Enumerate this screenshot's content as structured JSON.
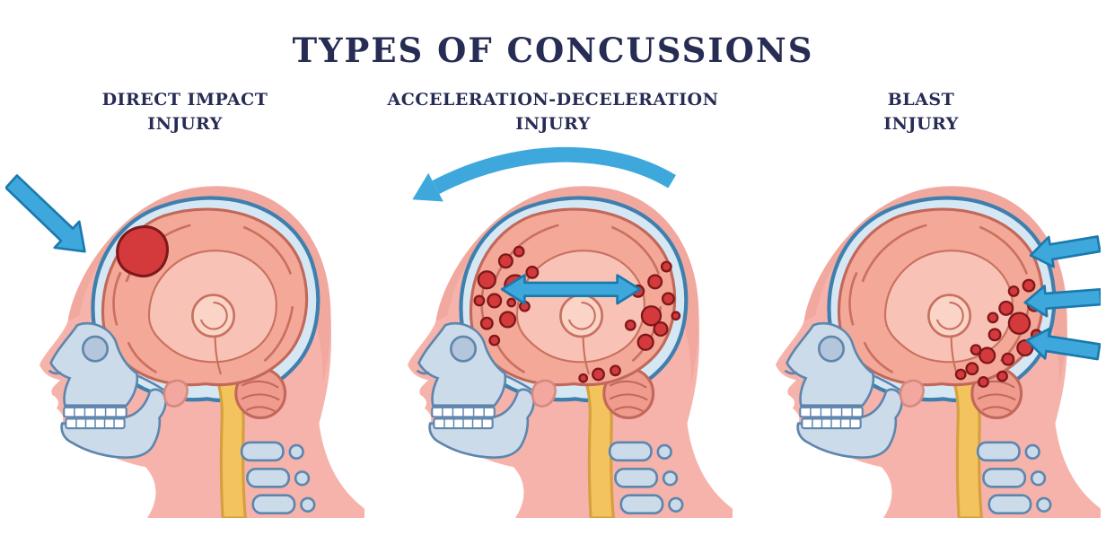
{
  "page": {
    "title": "TYPES OF CONCUSSIONS"
  },
  "panels": [
    {
      "id": "direct-impact",
      "label_line1": "DIRECT IMPACT",
      "label_line2": "INJURY"
    },
    {
      "id": "acceleration-deceleration",
      "label_line1": "ACCELERATION-DECELERATION",
      "label_line2": "INJURY"
    },
    {
      "id": "blast",
      "label_line1": "BLAST",
      "label_line2": "INJURY"
    }
  ],
  "icons": {
    "impact-arrow-icon": "thick blue arrow striking the forehead",
    "deceleration-arrow-icon": "curved blue arrow over the head pointing left",
    "shake-arrow-icon": "double-headed blue arrow inside the brain",
    "blast-arrow-icon": "three blue arrows hitting the back of the head"
  },
  "colors": {
    "title_text": "#272c55",
    "arrow_blue": "#3ea8dc",
    "arrow_blue_dark": "#1a79ad",
    "injury_red": "#d43a3c",
    "injury_red_dark": "#7e181b",
    "skin_pink": "#f6b3ab",
    "skull_blue": "#ccdbea",
    "brain_salmon": "#f4a898",
    "spine_yellow": "#f3c35e"
  }
}
